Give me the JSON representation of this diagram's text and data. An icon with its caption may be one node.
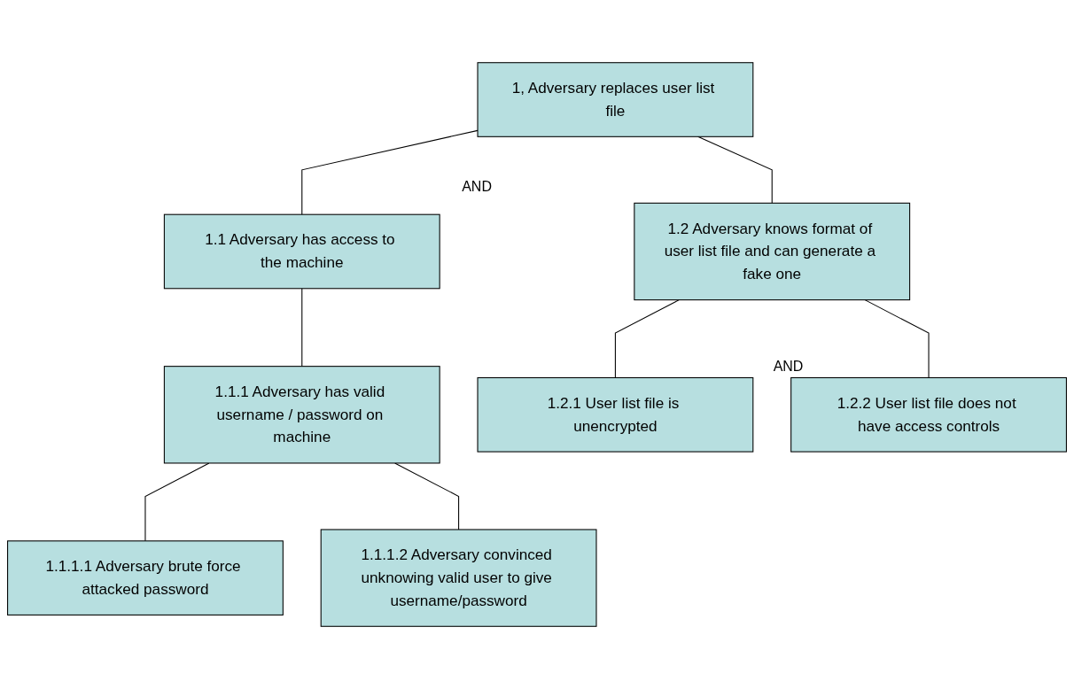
{
  "diagram": {
    "nodes": [
      {
        "text": [
          "1, Adversary replaces user list file"
        ]
      },
      {
        "text": [
          "1.1 Adversary has access to the machine"
        ]
      },
      {
        "text": [
          "1.2 Adversary knows format of user list file and can generate a fake one"
        ]
      },
      {
        "text": [
          "1.1.1 Adversary has valid username / password on machine"
        ]
      },
      {
        "text": [
          "1.2.1 User list file is unencrypted"
        ]
      },
      {
        "text": [
          "1.2.2 User list file does not have access controls"
        ]
      },
      {
        "text": [
          "1.1.1.1 Adversary brute force attacked password"
        ]
      },
      {
        "text": [
          "1.1.1.2 Adversary convinced unknowing valid user to give username/password"
        ]
      }
    ],
    "edges": [
      {
        "from": 0,
        "to": 1,
        "arrow": "none"
      },
      {
        "from": 0,
        "to": 2,
        "arrow": "none"
      },
      {
        "from": 1,
        "to": 3,
        "arrow": "none"
      },
      {
        "from": 2,
        "to": 4,
        "arrow": "none"
      },
      {
        "from": 2,
        "to": 5,
        "arrow": "none"
      },
      {
        "from": 3,
        "to": 6,
        "arrow": "none"
      },
      {
        "from": 3,
        "to": 7,
        "arrow": "none"
      }
    ],
    "labels": [
      "AND",
      "AND"
    ]
  }
}
